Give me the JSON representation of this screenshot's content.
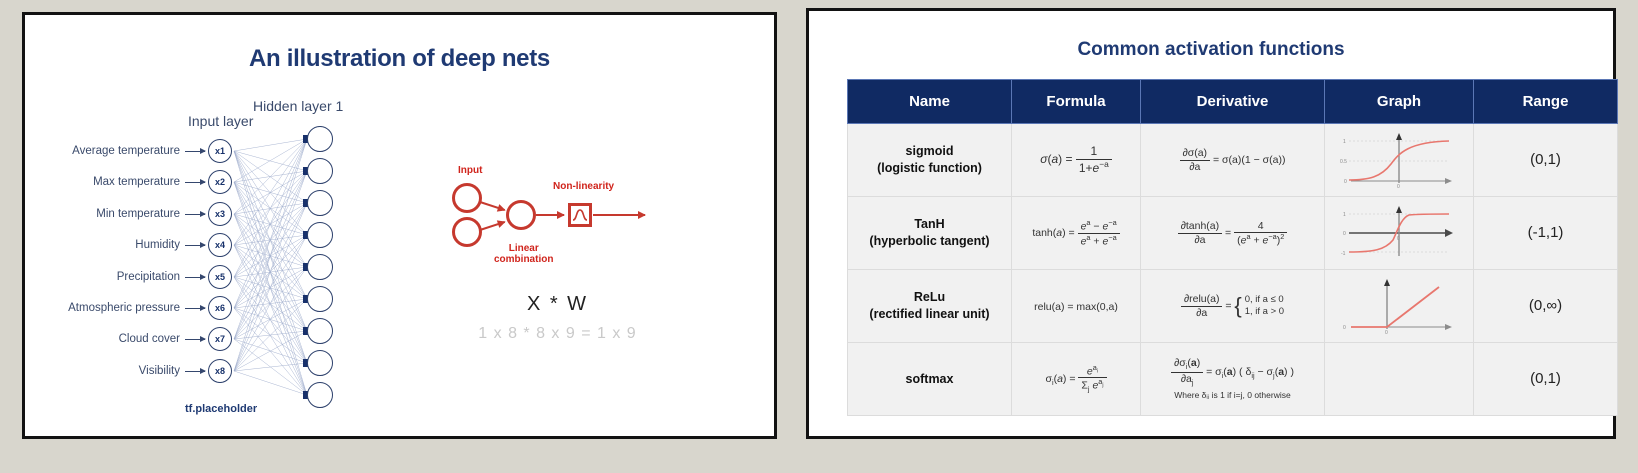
{
  "page": {
    "background_color": "#d8d6cd",
    "panel_border_color": "#121212",
    "accent_navy": "#1f3a73",
    "table_header_bg": "#102a63",
    "accent_red": "#c6392e",
    "curve_color": "#e8776e"
  },
  "left_slide": {
    "title": "An illustration of deep nets",
    "input_layer_caption": "Input layer",
    "hidden_layer_caption": "Hidden layer 1",
    "placeholder_label": "tf.placeholder",
    "input_features": [
      "Average temperature",
      "Max temperature",
      "Min temperature",
      "Humidity",
      "Precipitation",
      "Atmospheric pressure",
      "Cloud cover",
      "Visibility"
    ],
    "input_nodes": [
      "x1",
      "x2",
      "x3",
      "x4",
      "x5",
      "x6",
      "x7",
      "x8"
    ],
    "hidden_node_count": 9,
    "neuron_schematic": {
      "input_label": "Input",
      "linear_label": "Linear\ncombination",
      "linear_label_line1": "Linear",
      "linear_label_line2": "combination",
      "nonlinearity_label": "Non-linearity"
    },
    "matrix_expression": "X  *  W",
    "matrix_dims": "1 x 8   *   8 x 9  =  1 x 9"
  },
  "right_slide": {
    "title": "Common activation functions",
    "columns": [
      "Name",
      "Formula",
      "Derivative",
      "Graph",
      "Range"
    ],
    "rows": [
      {
        "name_line1": "sigmoid",
        "name_line2": "(logistic function)",
        "formula_plain": "σ(a) = 1 / (1 + e^-a)",
        "derivative_plain": "∂σ(a)/∂a = σ(a)(1 - σ(a))",
        "graph_type": "sigmoid",
        "graph_yticks": [
          "1",
          "0.5",
          "0"
        ],
        "graph_xtick": "0",
        "range": "(0,1)"
      },
      {
        "name_line1": "TanH",
        "name_line2": "(hyperbolic tangent)",
        "formula_plain": "tanh(a) = (e^a - e^-a) / (e^a + e^-a)",
        "derivative_plain": "∂tanh(a)/∂a = 4 / (e^a + e^-a)^2",
        "graph_type": "tanh",
        "graph_yticks": [
          "1",
          "0",
          "-1"
        ],
        "graph_xtick": "0",
        "range": "(-1,1)"
      },
      {
        "name_line1": "ReLu",
        "name_line2": "(rectified linear unit)",
        "formula_plain": "relu(a) = max(0,a)",
        "derivative_plain": "∂relu(a)/∂a = {0, if a ≤ 0 ; 1, if a > 0}",
        "derivative_case1": "0, if a ≤ 0",
        "derivative_case2": "1, if a > 0",
        "graph_type": "relu",
        "graph_yticks": [
          "0"
        ],
        "graph_xtick": "0",
        "range": "(0,∞)"
      },
      {
        "name_line1": "softmax",
        "name_line2": "",
        "formula_plain": "σi(a) = e^ai / Σj e^aj",
        "derivative_plain": "∂σi(a)/∂aj = σi(a)(δij - σj(a))",
        "derivative_note": "Where δᵢⱼ is 1 if i=j, 0 otherwise",
        "graph_type": "none",
        "range": "(0,1)"
      }
    ]
  }
}
